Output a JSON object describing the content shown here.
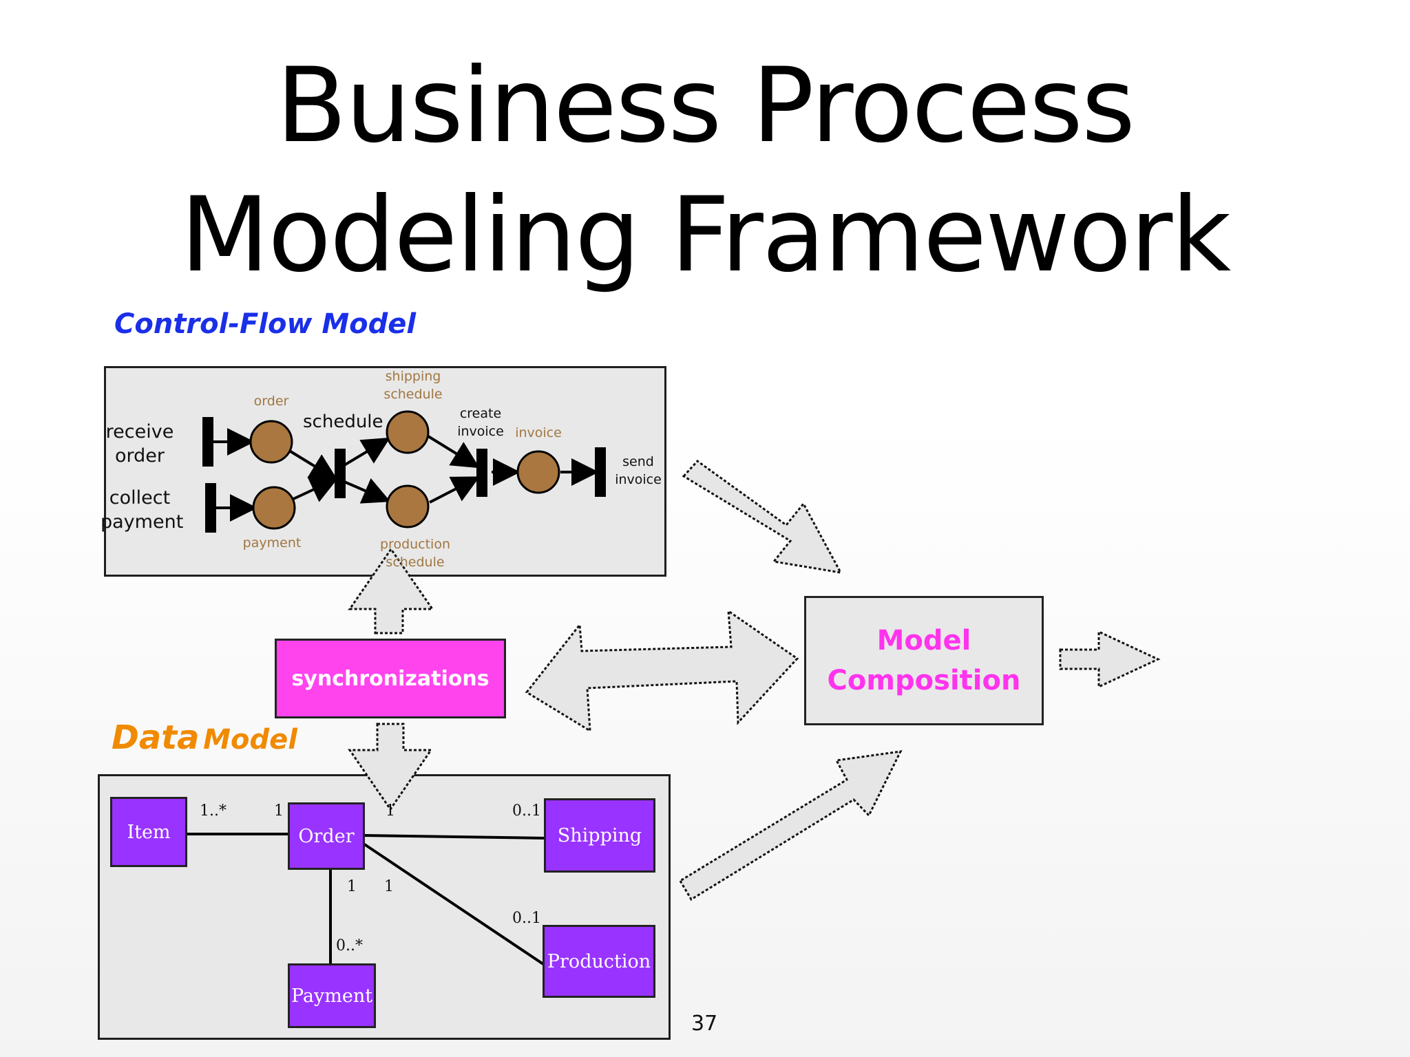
{
  "title": {
    "line1": "Business Process",
    "line2": "Modeling Framework"
  },
  "control_flow": {
    "heading": "Control-Flow Model",
    "heading_color": "#1a2fe8",
    "transitions": {
      "receive_order": [
        "receive",
        "order"
      ],
      "collect_payment": [
        "collect",
        "payment"
      ],
      "schedule": "schedule",
      "create_invoice": [
        "create",
        "invoice"
      ],
      "send_invoice": [
        "send",
        "invoice"
      ]
    },
    "places": {
      "order": "order",
      "payment": "payment",
      "shipping_schedule": [
        "shipping",
        "schedule"
      ],
      "production_schedule": [
        "production",
        "schedule"
      ],
      "invoice": "invoice"
    },
    "place_color": "#a9773f"
  },
  "synchronizations": {
    "label": "synchronizations",
    "color": "#ff44ee"
  },
  "model_composition": {
    "line1": "Model",
    "line2": "Composition",
    "color": "#ff33ee"
  },
  "data_model": {
    "heading_word1": "Data",
    "heading_word2": "Model",
    "heading_color": "#f08a00",
    "classes": {
      "item": "Item",
      "order": "Order",
      "shipping": "Shipping",
      "production": "Production",
      "payment": "Payment"
    },
    "class_color": "#9933ff",
    "multiplicities": {
      "item_order_item_side": "1..*",
      "item_order_order_side": "1",
      "order_shipping_order_side": "1",
      "order_shipping_shipping_side": "0..1",
      "order_payment_order_side": "1",
      "order_production_order_side": "1",
      "order_production_production_side": "0..1",
      "order_payment_payment_side": "0..*"
    }
  },
  "page_number": "37"
}
